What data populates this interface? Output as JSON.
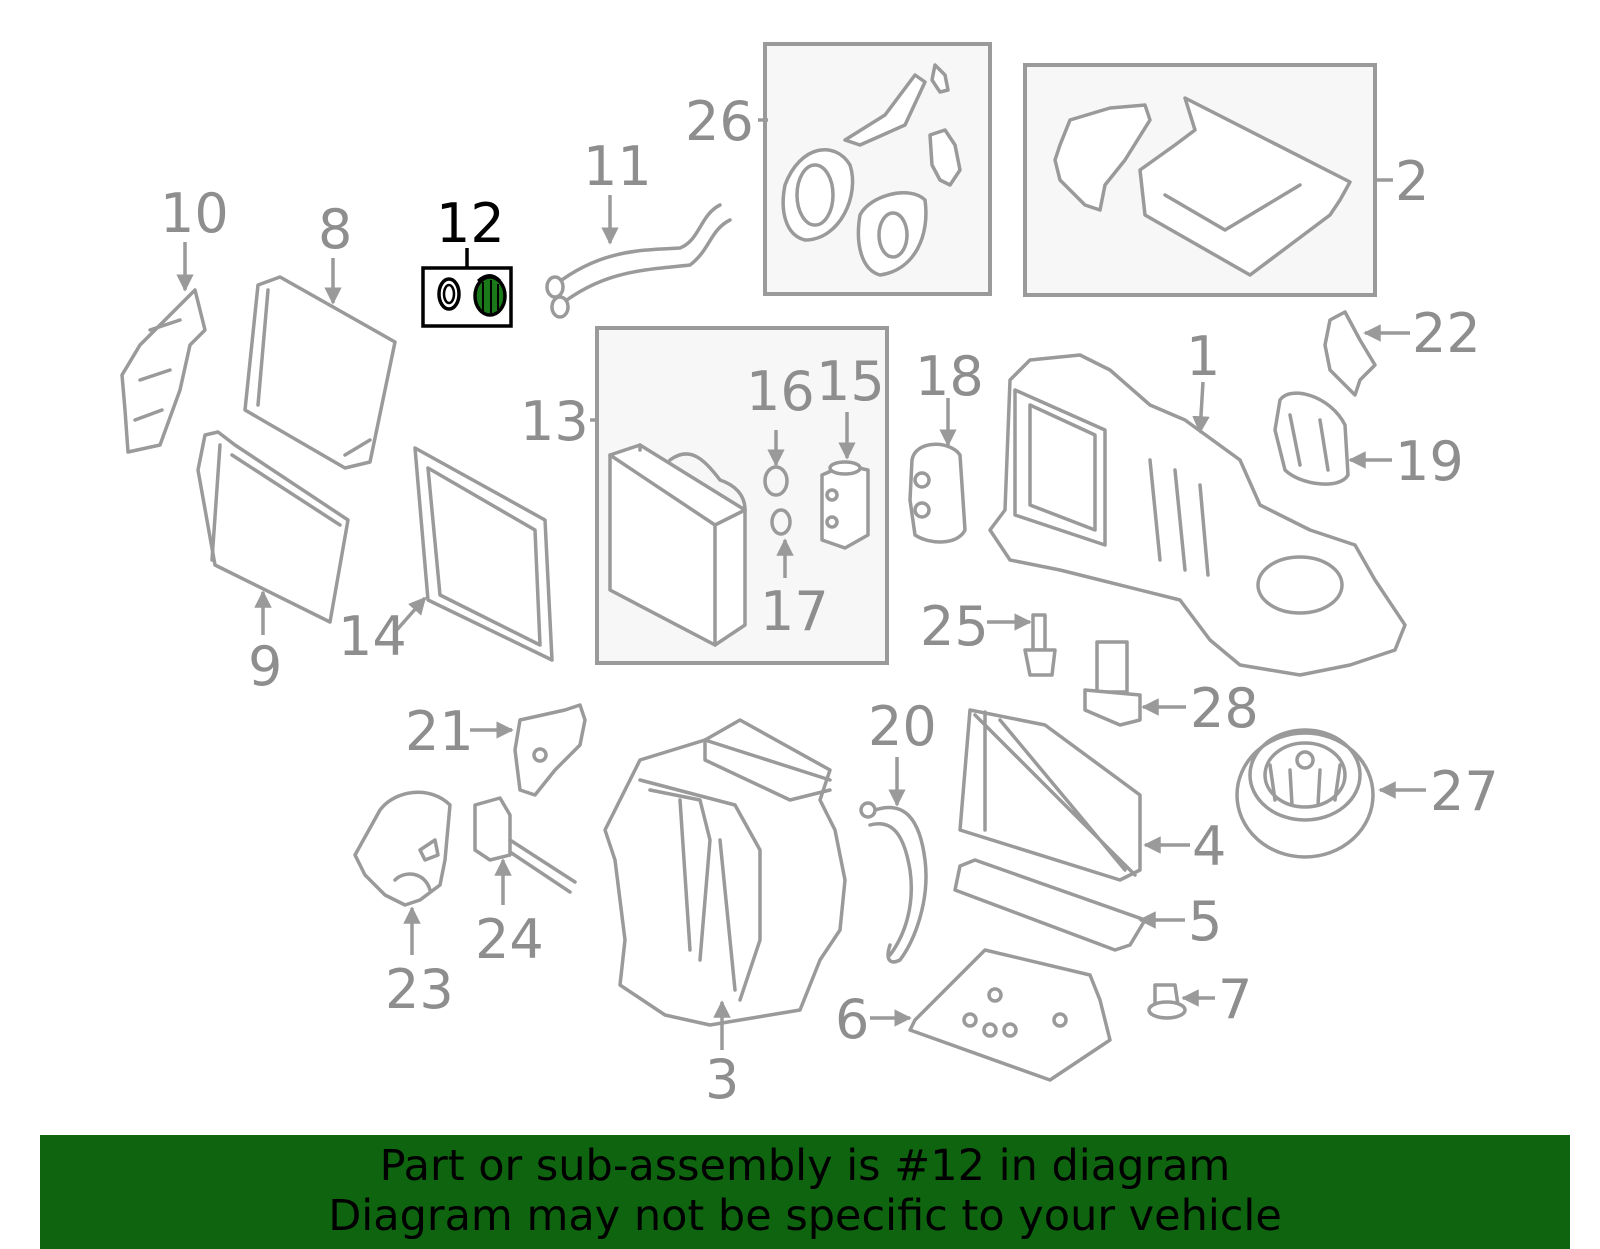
{
  "highlight_color": "#1a7a1a",
  "banner_color": "#0f6410",
  "callouts": {
    "c1": "1",
    "c2": "2",
    "c3": "3",
    "c4": "4",
    "c5": "5",
    "c6": "6",
    "c7": "7",
    "c8": "8",
    "c9": "9",
    "c10": "10",
    "c11": "11",
    "c12": "12",
    "c13": "13",
    "c14": "14",
    "c15": "15",
    "c16": "16",
    "c17": "17",
    "c18": "18",
    "c19": "19",
    "c20": "20",
    "c21": "21",
    "c22": "22",
    "c23": "23",
    "c24": "24",
    "c25": "25",
    "c26": "26",
    "c27": "27",
    "c28": "28"
  },
  "banner": {
    "line1": "Part or sub-assembly is #12 in diagram",
    "line2": "Diagram may not be specific to your vehicle"
  }
}
